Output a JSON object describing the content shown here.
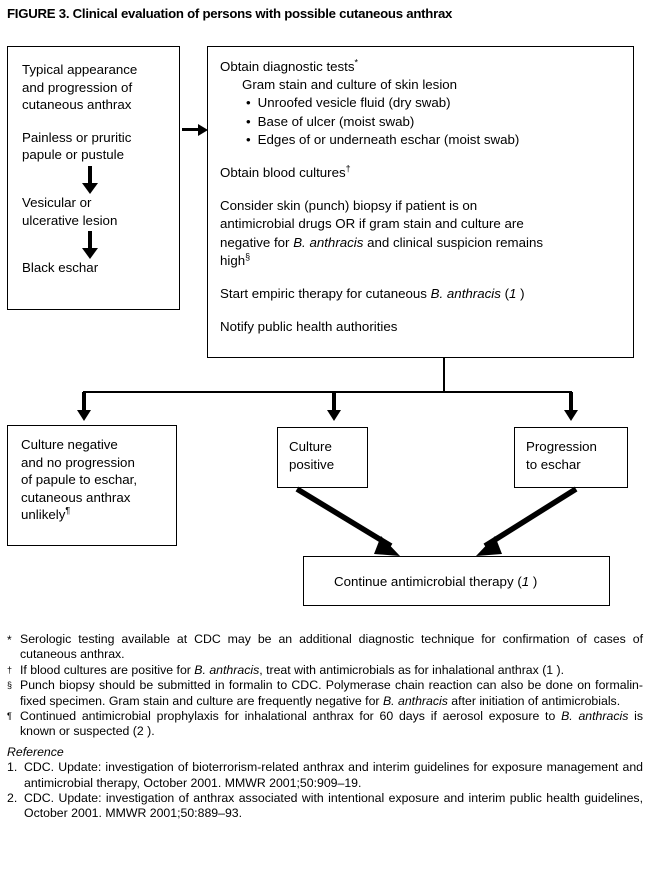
{
  "figure": {
    "title": "FIGURE 3. Clinical evaluation of persons with possible cutaneous anthrax"
  },
  "colors": {
    "ink": "#000000",
    "page_background": "#ffffff",
    "box_border": "#000000"
  },
  "flowchart": {
    "type": "flowchart",
    "nodes": {
      "appearance": {
        "id": "appearance",
        "lines": [
          "Typical appearance",
          "and progression of",
          "cutaneous anthrax",
          "Painless or pruritic",
          "papule or pustule",
          "Vesicular or",
          "ulcerative lesion",
          "Black eschar"
        ]
      },
      "diagnostic": {
        "id": "diagnostic",
        "heading": "Obtain diagnostic tests",
        "heading_marker": "*",
        "subheading": "Gram stain and culture of skin lesion",
        "bullets": [
          "Unroofed vesicle fluid (dry swab)",
          "Base of ulcer (moist swab)",
          "Edges of or underneath eschar (moist swab)"
        ],
        "blood_cultures": "Obtain blood cultures",
        "blood_cultures_marker": "†",
        "biopsy_line1": "Consider skin (punch) biopsy if patient is on",
        "biopsy_line2": "antimicrobial drugs OR if gram stain and culture are",
        "biopsy_line3_pre": "negative for ",
        "biopsy_line3_italic": "B. anthracis",
        "biopsy_line3_post": " and clinical suspicion remains",
        "biopsy_line4": "high",
        "biopsy_marker": "§",
        "empiric_pre": "Start empiric therapy for cutaneous ",
        "empiric_italic": "B. anthracis",
        "empiric_ref": "(1 )",
        "notify": "Notify public health authorities"
      },
      "culture_negative": {
        "id": "culture-negative",
        "lines": [
          "Culture negative",
          "and no progression",
          "of papule to eschar,",
          "cutaneous anthrax",
          "unlikely"
        ],
        "marker": "¶"
      },
      "culture_positive": {
        "id": "culture-positive",
        "lines": [
          "Culture",
          "positive"
        ]
      },
      "progression": {
        "id": "progression",
        "lines": [
          "Progression",
          "to eschar"
        ]
      },
      "continue_therapy": {
        "id": "continue-therapy",
        "text": "Continue antimicrobial therapy",
        "ref": "(1 )"
      }
    },
    "edges": [
      {
        "from": "appearance",
        "to": "diagnostic",
        "style": "arrow-right"
      },
      {
        "from": "diagnostic",
        "to": "culture-negative",
        "style": "elbow-arrow-down"
      },
      {
        "from": "diagnostic",
        "to": "culture-positive",
        "style": "elbow-arrow-down"
      },
      {
        "from": "diagnostic",
        "to": "progression",
        "style": "elbow-arrow-down"
      },
      {
        "from": "culture-positive",
        "to": "continue-therapy",
        "style": "diagonal-arrow"
      },
      {
        "from": "progression",
        "to": "continue-therapy",
        "style": "diagonal-arrow"
      }
    ]
  },
  "footnotes": [
    {
      "marker": "*",
      "text": "Serologic testing available at CDC may be an additional diagnostic technique for confirmation of cases of cutaneous anthrax."
    },
    {
      "marker": "†",
      "text_pre": "If blood cultures are positive for ",
      "text_italic": "B. anthracis",
      "text_post": ", treat with antimicrobials as for inhalational anthrax (1 )."
    },
    {
      "marker": "§",
      "text_pre": "Punch biopsy should be submitted in formalin to CDC. Polymerase chain reaction can also be done on formalin-fixed specimen. Gram stain and culture are frequently negative for ",
      "text_italic": "B. anthracis",
      "text_post": " after initiation of antimicrobials."
    },
    {
      "marker": "¶",
      "text_pre": "Continued antimicrobial prophylaxis for inhalational anthrax for 60 days if aerosol exposure to ",
      "text_italic": "B. anthracis",
      "text_post": " is known or suspected (2 )."
    }
  ],
  "reference_section": {
    "heading": "Reference",
    "items": [
      {
        "number": "1.",
        "text": "CDC. Update: investigation of bioterrorism-related anthrax and interim guidelines for exposure management and antimicrobial therapy, October 2001. MMWR 2001;50:909–19."
      },
      {
        "number": "2.",
        "text": "CDC. Update: investigation of anthrax associated with intentional exposure and interim public health guidelines, October 2001. MMWR 2001;50:889–93."
      }
    ]
  }
}
